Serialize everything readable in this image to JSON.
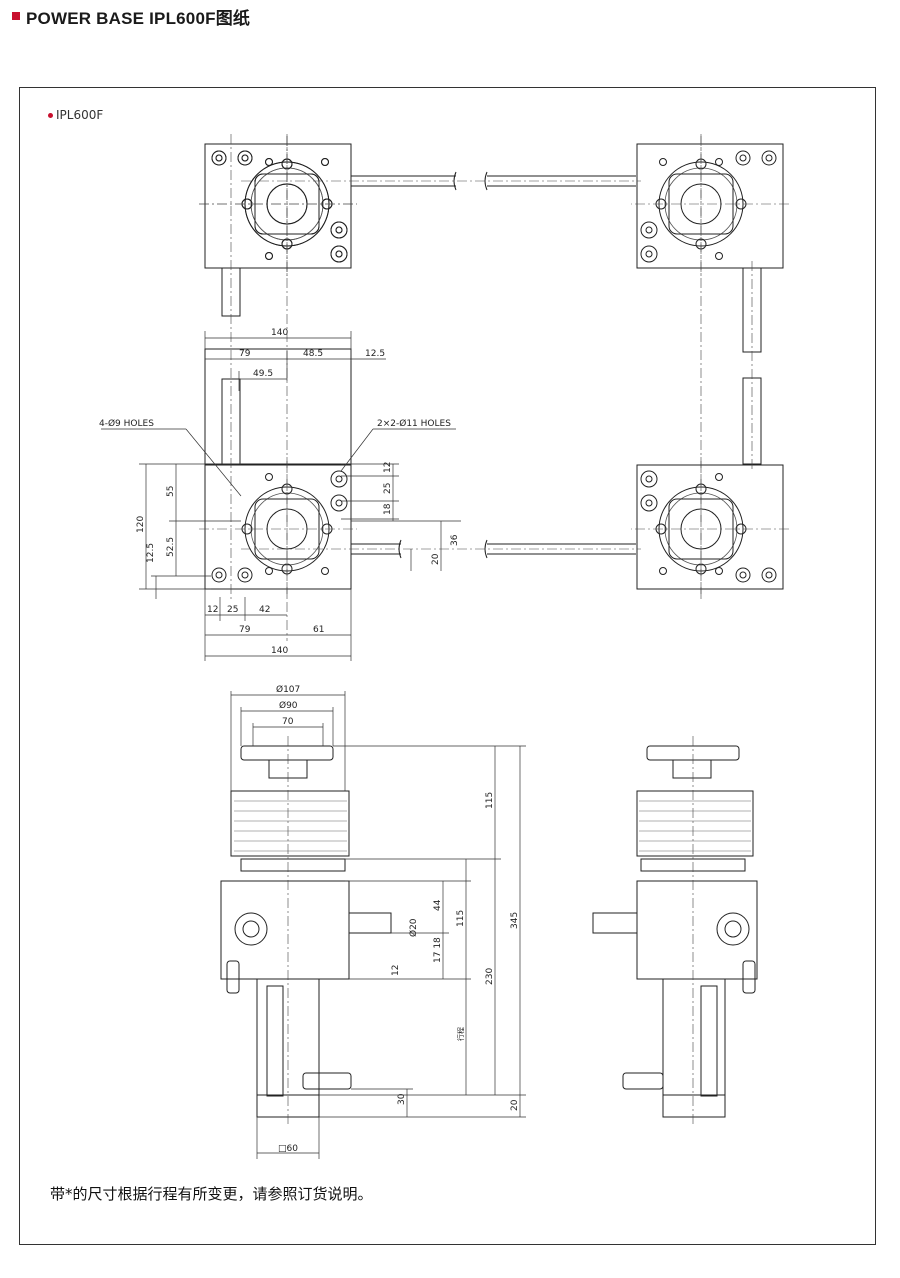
{
  "header": {
    "title": "POWER BASE IPL600F图纸",
    "accent_color": "#c8102e"
  },
  "sheet": {
    "model_label": "IPL600F"
  },
  "plan_dims": {
    "top_140": "140",
    "d79": "79",
    "d48_5": "48.5",
    "d12_5_top": "12.5",
    "d49_5": "49.5",
    "holes_4": "4-Ø9 HOLES",
    "holes_2x2": "2×2-Ø11 HOLES",
    "d12_right": "12",
    "d25_right": "25",
    "d18_right": "18",
    "d20_right": "20",
    "d36_right": "36",
    "d55": "55",
    "d120": "120",
    "d52_5": "52.5",
    "d12_5_left": "12.5",
    "b12": "12",
    "b25": "25",
    "b42": "42",
    "b79": "79",
    "b61": "61",
    "b140": "140"
  },
  "elev_dims": {
    "phi107": "Ø107",
    "phi90": "Ø90",
    "d70": "70",
    "d115_top": "115",
    "d345": "345",
    "d44": "44",
    "d115_mid": "115",
    "phi20": "Ø20",
    "d17_18": "17 18",
    "d12": "12",
    "d230": "230",
    "stroke": "行程",
    "d30": "30",
    "d20": "20",
    "sq60": "□60"
  },
  "note": "带*的尺寸根据行程有所变更，请参照订货说明。"
}
